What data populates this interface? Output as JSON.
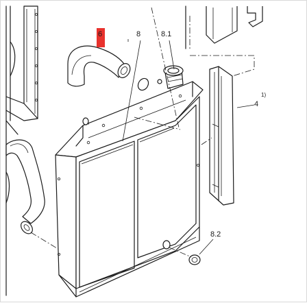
{
  "callouts": {
    "highlighted": "6",
    "radiator": "8",
    "filler_cap": "8.1",
    "drain_plug": "8.2",
    "bracket": "4",
    "footnote": "1)"
  },
  "colors": {
    "highlight": "#e8322d",
    "line": "#1a1a1a",
    "background": "#ffffff"
  }
}
